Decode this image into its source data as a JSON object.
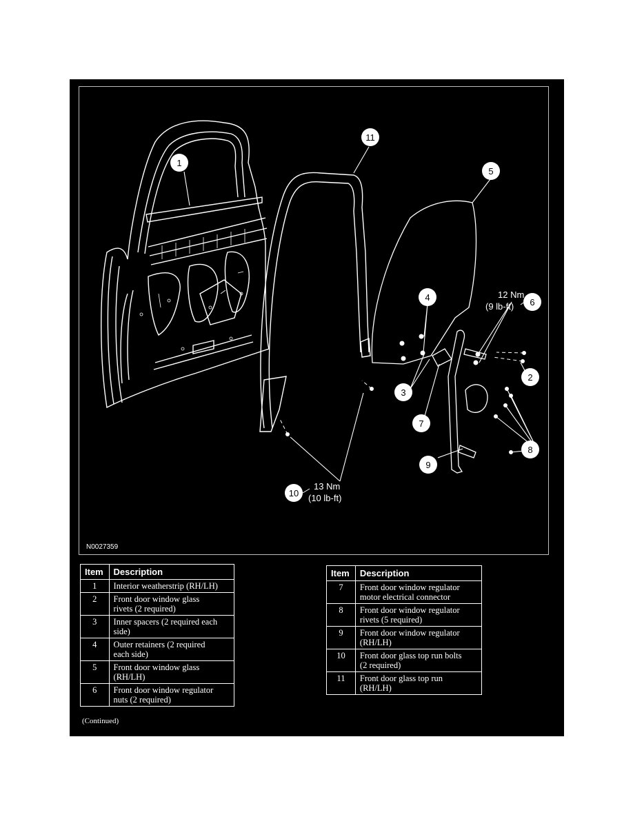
{
  "figure": {
    "id": "N0027359",
    "callouts": [
      "1",
      "2",
      "3",
      "4",
      "5",
      "6",
      "7",
      "8",
      "9",
      "10",
      "11"
    ],
    "torque_6": {
      "nm": "12 Nm",
      "lbft": "(9 lb-ft)"
    },
    "torque_10": {
      "nm": "13 Nm",
      "lbft": "(10 lb-ft)"
    }
  },
  "table_headers": {
    "item": "Item",
    "description": "Description"
  },
  "left_rows": [
    {
      "item": "1",
      "line1": "Interior weatherstrip (RH/LH)",
      "line2": ""
    },
    {
      "item": "2",
      "line1": "Front door window glass",
      "line2": "rivets (2 required)"
    },
    {
      "item": "3",
      "line1": "Inner spacers (2 required each",
      "line2": "side)"
    },
    {
      "item": "4",
      "line1": "Outer retainers (2 required",
      "line2": "each side)"
    },
    {
      "item": "5",
      "line1": "Front door window glass",
      "line2": "(RH/LH)"
    },
    {
      "item": "6",
      "line1": "Front door window regulator",
      "line2": "nuts (2 required)"
    }
  ],
  "right_rows": [
    {
      "item": "7",
      "line1": "Front door window regulator",
      "line2": "motor electrical connector"
    },
    {
      "item": "8",
      "line1": "Front door window regulator",
      "line2": "rivets (5 required)"
    },
    {
      "item": "9",
      "line1": "Front door window regulator",
      "line2": "(RH/LH)"
    },
    {
      "item": "10",
      "line1": "Front door glass top run bolts",
      "line2": "(2 required)"
    },
    {
      "item": "11",
      "line1": "Front door glass top run",
      "line2": "(RH/LH)"
    }
  ],
  "continued_note": "(Continued)"
}
